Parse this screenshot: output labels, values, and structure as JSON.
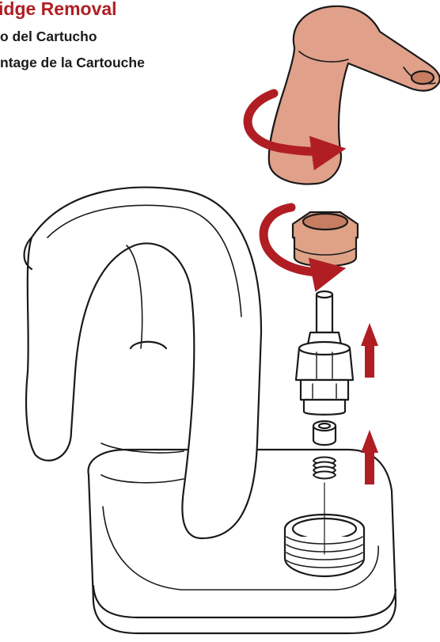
{
  "heading": {
    "title": "idge Removal",
    "subtitle_es": "o del Cartucho",
    "subtitle_fr": "ntage de la Cartouche"
  },
  "colors": {
    "accent_red": "#b01e23",
    "handle_copper": "#e0a08a",
    "cap_copper": "#dfa287",
    "outline": "#1a1a1a"
  },
  "parts": [
    "handle",
    "bonnet-nut",
    "cartridge",
    "seat",
    "spring",
    "faucet-body"
  ]
}
